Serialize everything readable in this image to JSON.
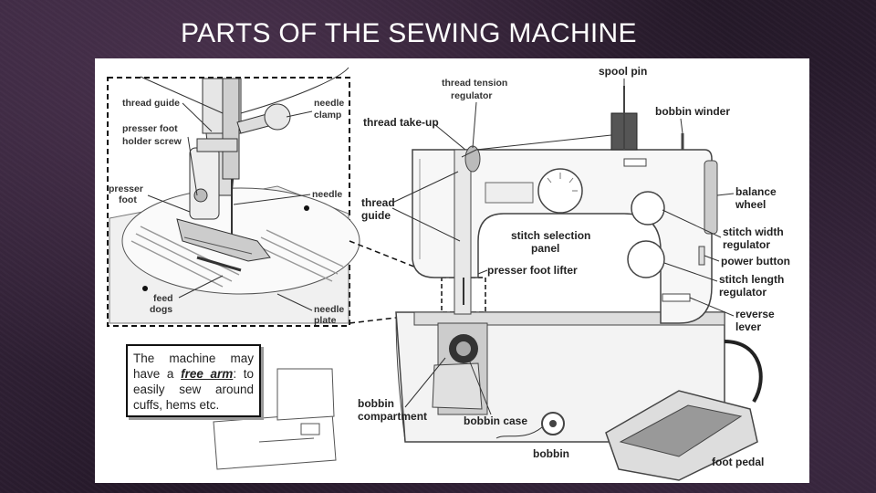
{
  "title": "PARTS OF THE SEWING MACHINE",
  "labels": {
    "thread_guide_top": "thread guide",
    "needle_clamp": [
      "needle",
      "clamp"
    ],
    "presser_foot_holder_screw": [
      "presser foot",
      "holder screw"
    ],
    "presser_foot": [
      "presser",
      "foot"
    ],
    "needle_inset": "needle",
    "feed_dogs": [
      "feed",
      "dogs"
    ],
    "needle_plate": [
      "needle",
      "plate"
    ],
    "thread_tension_regulator": [
      "thread tension",
      "regulator"
    ],
    "spool_pin": "spool pin",
    "bobbin_winder": "bobbin winder",
    "thread_take_up": "thread take-up",
    "thread_guide": [
      "thread",
      "guide"
    ],
    "balance_wheel": [
      "balance",
      "wheel"
    ],
    "stitch_selection_panel": [
      "stitch selection",
      "panel"
    ],
    "stitch_width_regulator": [
      "stitch width",
      "regulator"
    ],
    "power_button": "power button",
    "presser_foot_lifter": "presser foot lifter",
    "stitch_length_regulator": [
      "stitch length",
      "regulator"
    ],
    "reverse_lever": [
      "reverse",
      "lever"
    ],
    "bobbin_compartment": [
      "bobbin",
      "compartment"
    ],
    "bobbin_case": "bobbin case",
    "bobbin": "bobbin",
    "foot_pedal": "foot pedal"
  },
  "note": {
    "before": "The machine may have a ",
    "emphasis": "free arm",
    "after": ": to easily sew around cuffs, hems etc."
  }
}
